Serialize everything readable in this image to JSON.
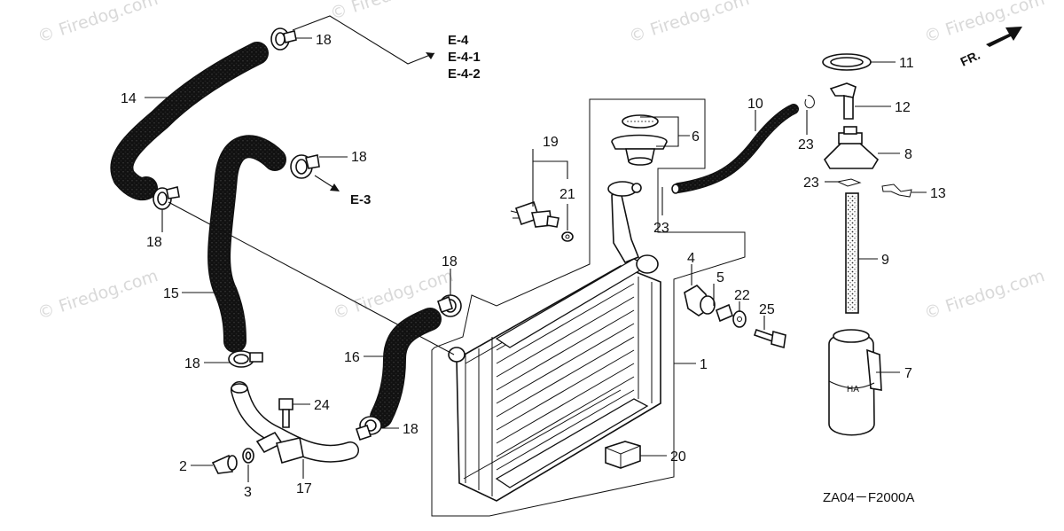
{
  "watermarks": [
    "© Firedog.com",
    "© Firedog.com",
    "© Firedog.com",
    "© Firedog.com",
    "© Firedog.com",
    "© Firedog.com",
    "© Firedog.com"
  ],
  "direction_label": "FR.",
  "diagram_code": "ZA04－F2000A",
  "references": [
    "E-4",
    "E-4-1",
    "E-4-2",
    "E-3"
  ],
  "callouts": {
    "c1": "1",
    "c2": "2",
    "c3": "3",
    "c4": "4",
    "c5": "5",
    "c6": "6",
    "c7": "7",
    "c8": "8",
    "c9": "9",
    "c10": "10",
    "c11": "11",
    "c12": "12",
    "c13": "13",
    "c14": "14",
    "c15": "15",
    "c16": "16",
    "c17": "17",
    "c18a": "18",
    "c18b": "18",
    "c18c": "18",
    "c18d": "18",
    "c18e": "18",
    "c18f": "18",
    "c19": "19",
    "c20": "20",
    "c21": "21",
    "c22": "22",
    "c23a": "23",
    "c23b": "23",
    "c23c": "23",
    "c24": "24",
    "c25": "25"
  }
}
